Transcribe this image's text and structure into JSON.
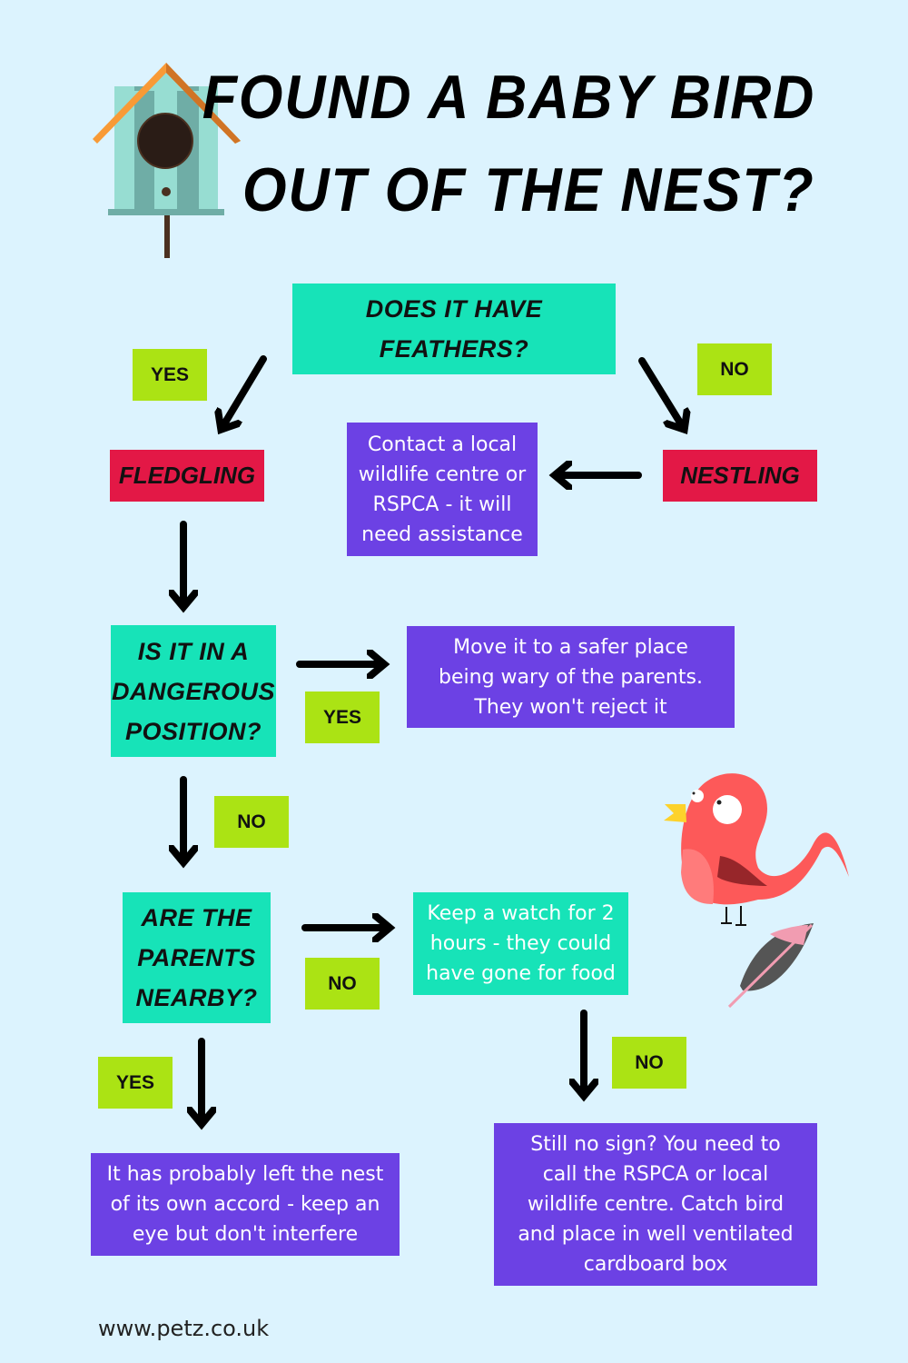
{
  "title": {
    "line1": "Found a baby bird",
    "line2": "out of the nest?"
  },
  "nodes": {
    "feathers_q": "Does it have feathers?",
    "fledgling": "FLEDGLING",
    "nestling": "NESTLING",
    "contact": "Contact a local wildlife centre or RSPCA - it will need assistance",
    "danger_q": "Is it in a dangerous position?",
    "move": "Move it to a safer place being wary of the parents. They won't reject it",
    "parents_q": "Are the parents nearby?",
    "watch": "Keep a watch for 2 hours - they could have gone for food",
    "left": "It has probably left the nest of its own accord - keep an eye but don't interfere",
    "still": "Still no sign? You need to call the RSPCA or local wildlife centre. Catch bird and place in well ventilated cardboard box"
  },
  "labels": {
    "yes1": "YES",
    "no1": "NO",
    "yes2": "YES",
    "no2": "NO",
    "no3": "NO",
    "yes3": "YES",
    "no4": "NO"
  },
  "footer": "www.petz.co.uk",
  "colors": {
    "background": "#dcf3fe",
    "question": "#17e3b8",
    "answer": "#6c41e4",
    "label": "#abe314",
    "stage": "#e31846"
  },
  "icons": [
    "birdhouse-icon",
    "bird-icon",
    "feather-icon"
  ]
}
